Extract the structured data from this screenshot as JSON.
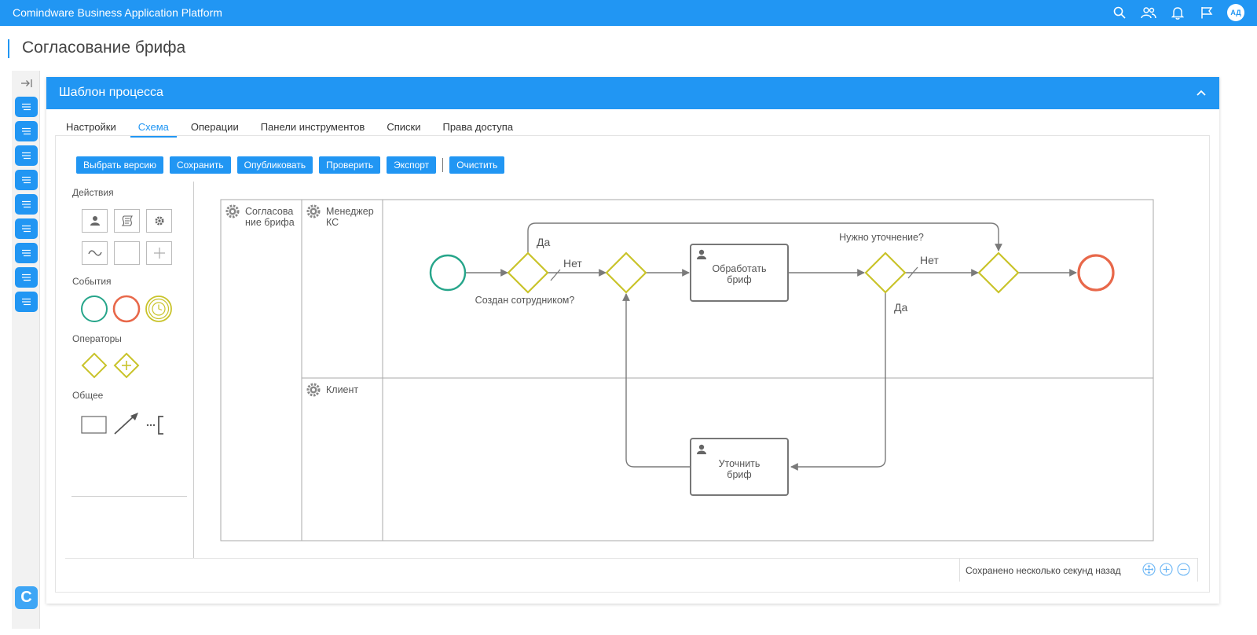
{
  "app": {
    "title": "Comindware Business Application Platform",
    "avatar_initials": "АД",
    "accent_color": "#2196f3",
    "top_icons": [
      "search-icon",
      "users-icon",
      "bell-icon",
      "flag-icon"
    ]
  },
  "page": {
    "title": "Согласование брифа"
  },
  "sidebar": {
    "collapse_icon": "collapse-arrow-icon",
    "button_count": 9,
    "logo_letter": "C"
  },
  "panel": {
    "title": "Шаблон процесса"
  },
  "tabs": [
    {
      "label": "Настройки",
      "active": false
    },
    {
      "label": "Схема",
      "active": true
    },
    {
      "label": "Операции",
      "active": false
    },
    {
      "label": "Панели инструментов",
      "active": false
    },
    {
      "label": "Списки",
      "active": false
    },
    {
      "label": "Права доступа",
      "active": false
    }
  ],
  "toolbar": {
    "select_version": "Выбрать версию",
    "save": "Сохранить",
    "publish": "Опубликовать",
    "check": "Проверить",
    "export": "Экспорт",
    "clear": "Очистить"
  },
  "palette": {
    "actions_title": "Действия",
    "events_title": "События",
    "operators_title": "Операторы",
    "general_title": "Общее",
    "action_icons": [
      "user-task-icon",
      "script-task-icon",
      "service-task-icon",
      "subprocess-icon",
      "empty-task-icon",
      "add-icon"
    ],
    "event_icons": [
      "start-event-icon",
      "end-event-icon",
      "timer-event-icon"
    ],
    "operator_icons": [
      "exclusive-gateway-icon",
      "parallel-gateway-icon"
    ],
    "general_icons": [
      "pool-icon",
      "connector-arrow-icon",
      "annotation-icon"
    ]
  },
  "diagram": {
    "pool_name_line1": "Согласова",
    "pool_name_line2": "ние брифа",
    "lane1_line1": "Менеджер",
    "lane1_line2": "КС",
    "lane2": "Клиент",
    "task1_line1": "Обработать",
    "task1_line2": "бриф",
    "task2_line1": "Уточнить",
    "task2_line2": "бриф",
    "gateway1_label": "Создан сотрудником?",
    "gateway3_label": "Нужно уточнение?",
    "flow_yes_1": "Да",
    "flow_no_1": "Нет",
    "flow_no_2": "Нет",
    "flow_yes_2": "Да",
    "colors": {
      "start": "#26a58a",
      "end": "#e8684a",
      "gateway": "#c9c32a",
      "flow": "#7a7a7a"
    }
  },
  "status": {
    "saved_text": "Сохранено несколько секунд назад",
    "zoom_icons": [
      "fit-icon",
      "zoom-in-icon",
      "zoom-out-icon"
    ]
  }
}
